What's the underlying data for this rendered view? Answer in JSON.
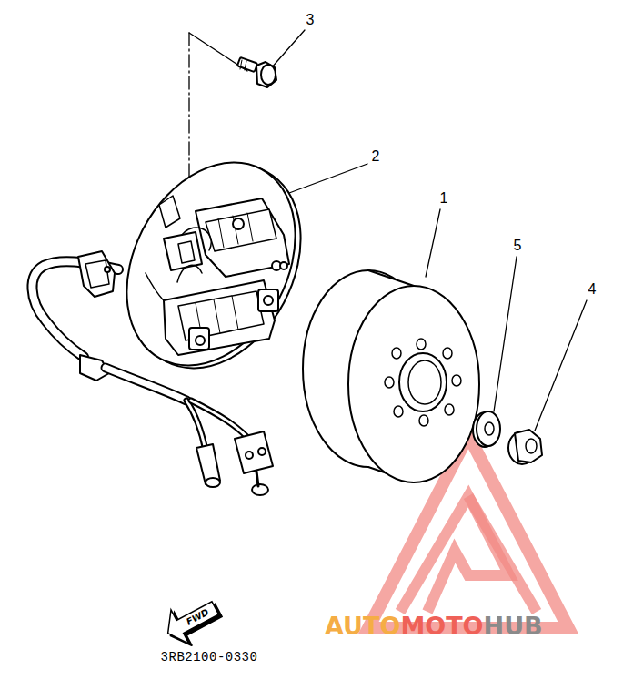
{
  "diagram": {
    "nodes": [
      {
        "text": [
          "FWD"
        ]
      }
    ],
    "labels": [
      "3",
      "2",
      "1",
      "5",
      "4",
      "3RB2100-0330",
      "AUTO",
      "MOTO",
      "HUB"
    ]
  }
}
